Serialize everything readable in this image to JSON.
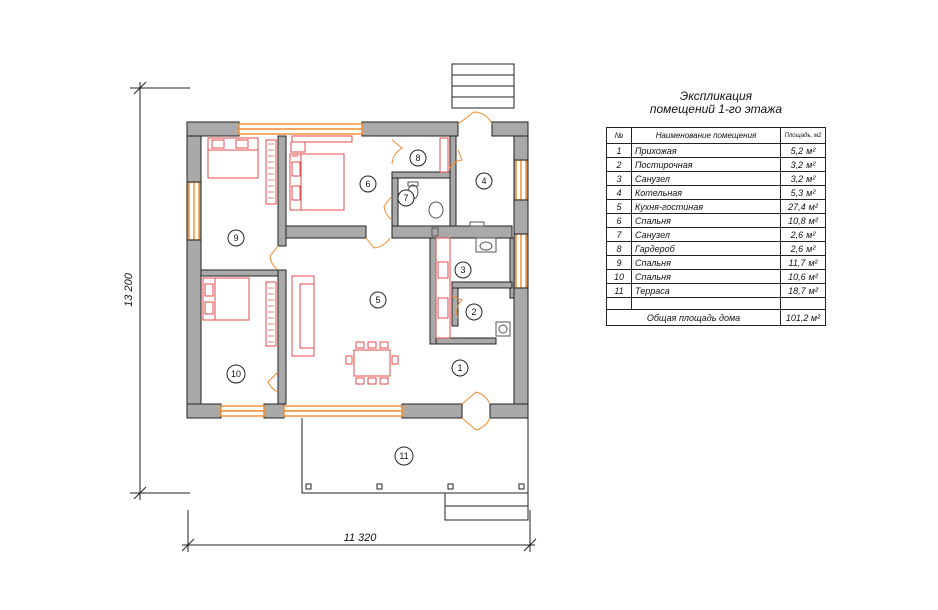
{
  "dimensions": {
    "width_label": "11 320",
    "height_label": "13 200"
  },
  "rooms": [
    {
      "n": "1",
      "name": "Прихожая",
      "area": "5,2"
    },
    {
      "n": "2",
      "name": "Постирочная",
      "area": "3,2"
    },
    {
      "n": "3",
      "name": "Санузел",
      "area": "3,2"
    },
    {
      "n": "4",
      "name": "Котельная",
      "area": "5,3"
    },
    {
      "n": "5",
      "name": "Кухня-гостиная",
      "area": "27,4"
    },
    {
      "n": "6",
      "name": "Спальня",
      "area": "10,8"
    },
    {
      "n": "7",
      "name": "Санузел",
      "area": "2,6"
    },
    {
      "n": "8",
      "name": "Гардероб",
      "area": "2,6"
    },
    {
      "n": "9",
      "name": "Спальня",
      "area": "11,7"
    },
    {
      "n": "10",
      "name": "Спальня",
      "area": "10,6"
    },
    {
      "n": "11",
      "name": "Терраса",
      "area": "18,7"
    }
  ],
  "area_unit": "м²",
  "explication": {
    "title_line1": "Экспликация",
    "title_line2": "помещений 1-го этажа",
    "col_no": "№",
    "col_name": "Наименование помещения",
    "col_area": "Площадь, м2",
    "total_label": "Общая площадь дома",
    "total_value": "101,2 м²"
  },
  "colors": {
    "wall": "#a9a9a9",
    "window": "#f28a2e",
    "furniture": "#e34b4b",
    "line": "#222222"
  }
}
